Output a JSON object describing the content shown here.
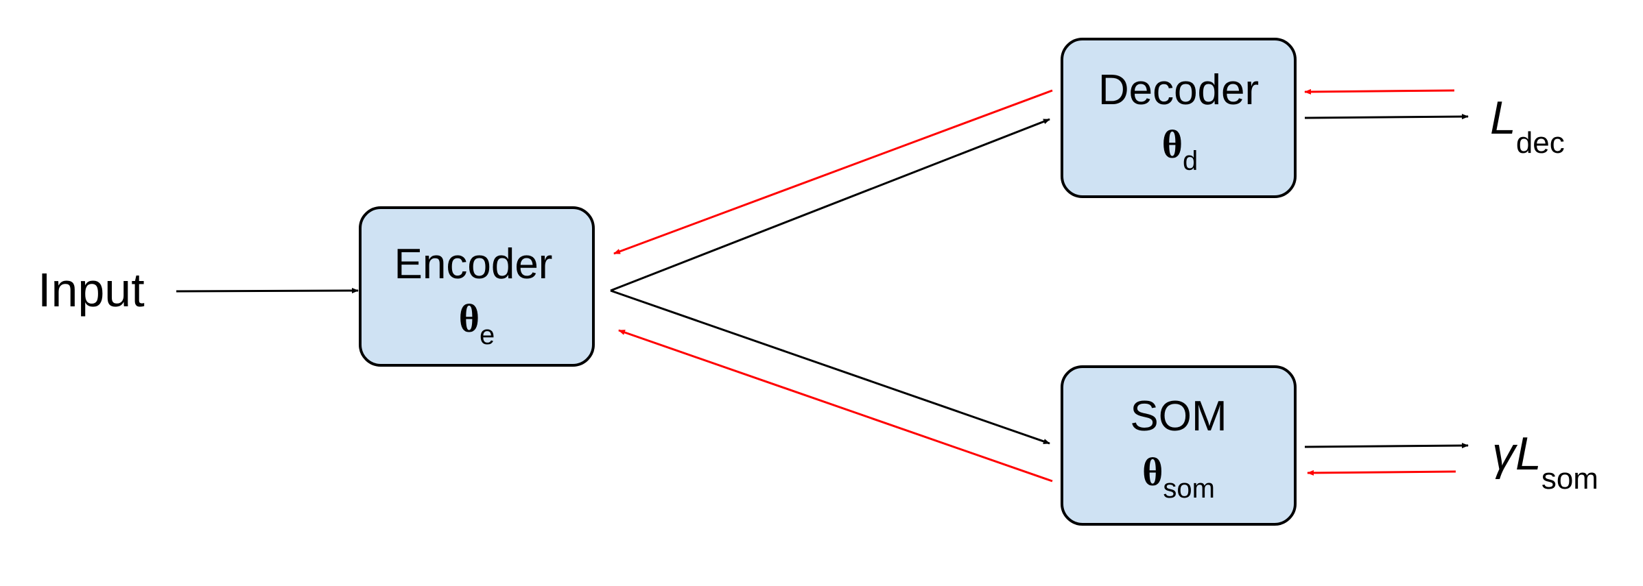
{
  "input": {
    "label": "Input"
  },
  "encoder": {
    "title": "Encoder",
    "param_symbol": "θ",
    "param_sub": "e"
  },
  "decoder": {
    "title": "Decoder",
    "param_symbol": "θ",
    "param_sub": "d"
  },
  "som": {
    "title": "SOM",
    "param_symbol": "θ",
    "param_sub": "som"
  },
  "outputs": {
    "dec_loss": {
      "main": "L",
      "sub": "dec"
    },
    "som_loss": {
      "coef": "γ",
      "main": "L",
      "sub": "som"
    }
  },
  "colors": {
    "box_fill": "#cfe2f3",
    "forward": "#000000",
    "backward": "#ff0000"
  }
}
